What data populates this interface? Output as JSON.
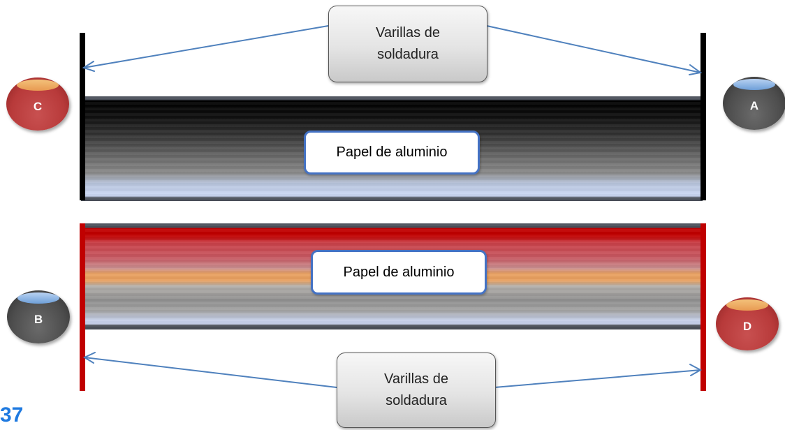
{
  "callouts": {
    "top": {
      "line1": "Varillas de",
      "line2": "soldadura"
    },
    "bottom": {
      "line1": "Varillas de",
      "line2": "soldadura"
    }
  },
  "panels": {
    "top_label": "Papel de aluminio",
    "bottom_label": "Papel de aluminio"
  },
  "terminals": {
    "a": "A",
    "b": "B",
    "c": "C",
    "d": "D"
  },
  "page_number": "37",
  "colors": {
    "arrow": "#4f81bd",
    "label_border": "#4472c4",
    "rod_black": "#000000",
    "rod_red": "#c00000",
    "page_number": "#1f7ae0"
  }
}
